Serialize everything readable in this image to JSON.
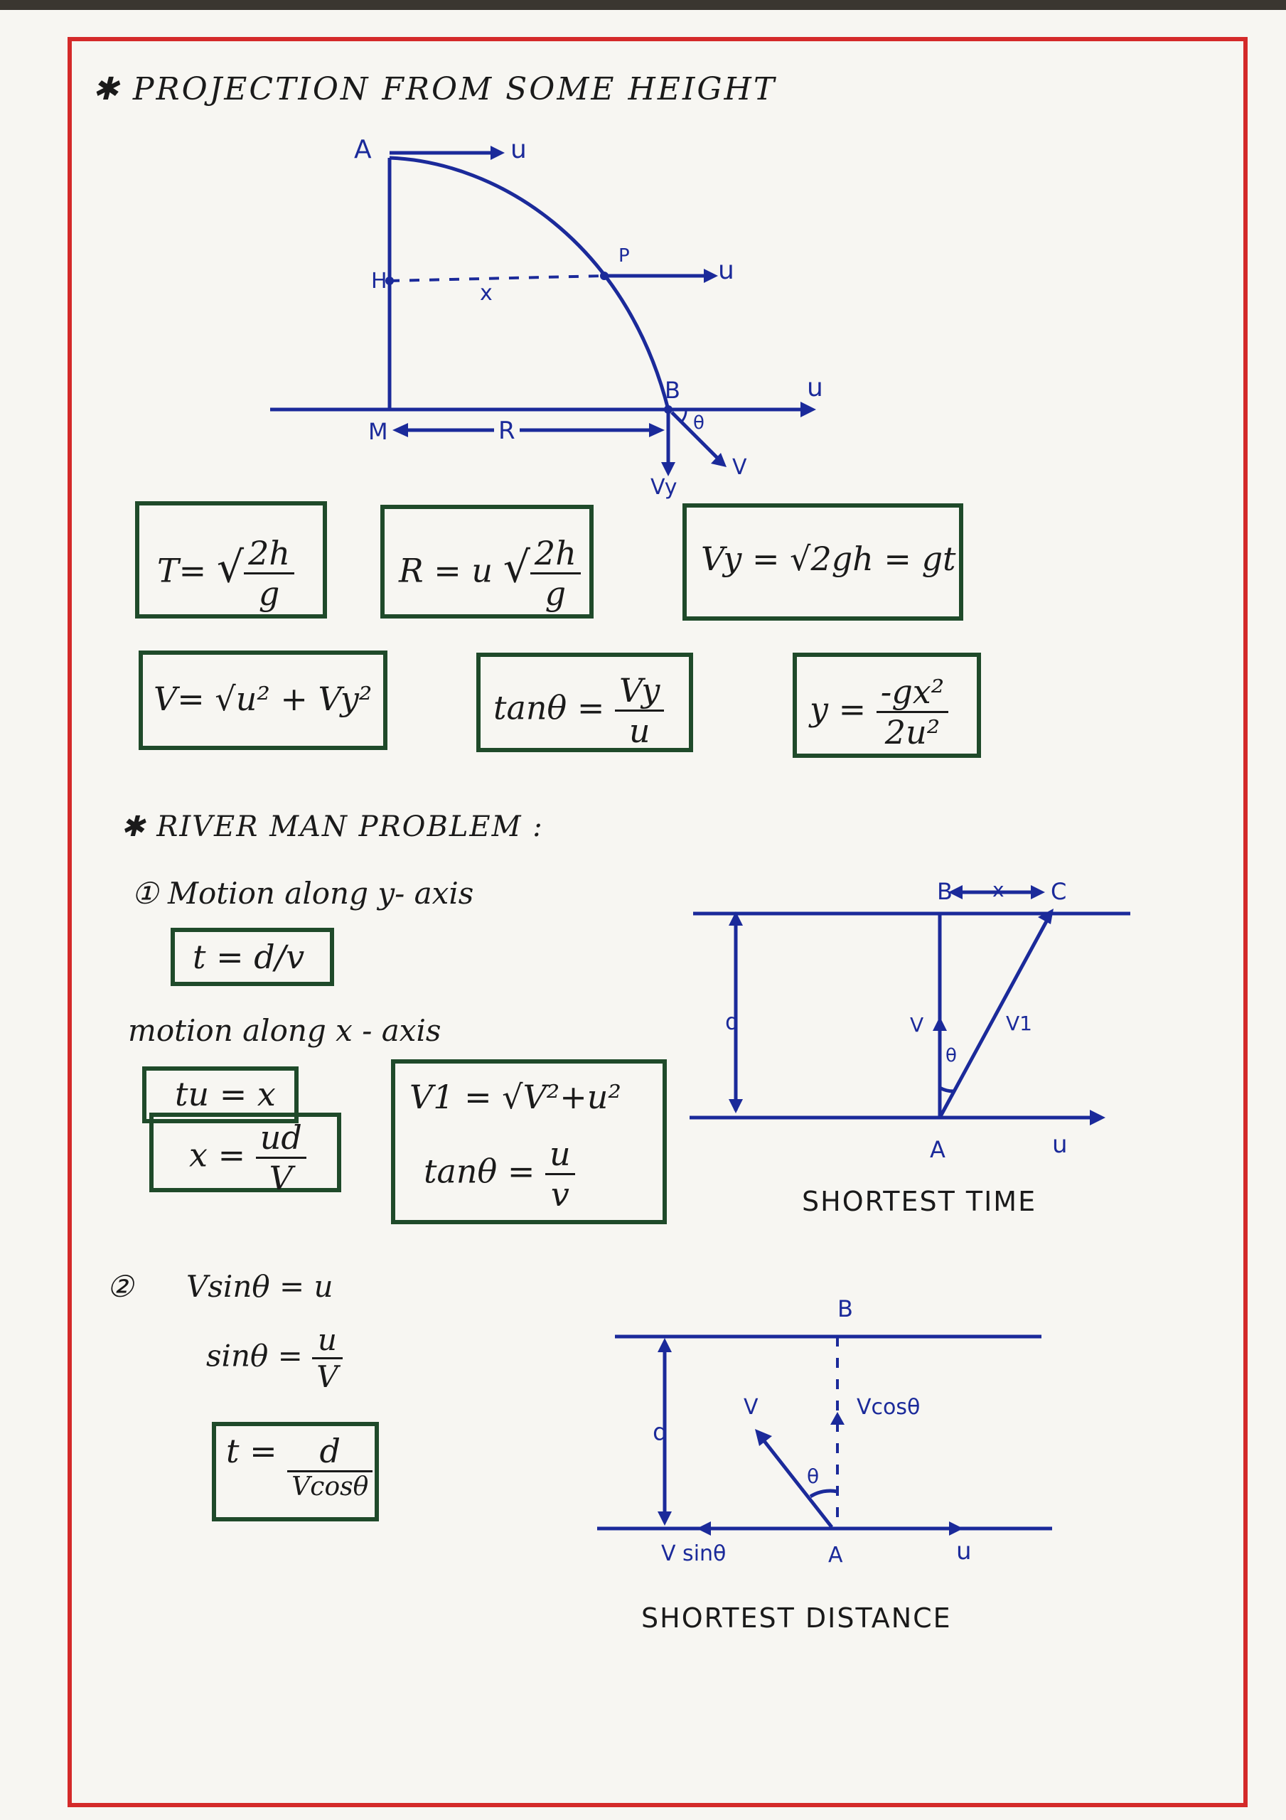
{
  "projection": {
    "heading": "✱ PROJECTION FROM SOME HEIGHT",
    "diagram_labels": {
      "A": "A",
      "u_top": "u",
      "H": "H",
      "x": "x",
      "P": "P",
      "u_mid": "u",
      "B": "B",
      "u_right": "u",
      "M": "M",
      "R": "R",
      "theta": "θ",
      "V": "V",
      "Vy": "Vy"
    },
    "formulas": {
      "T_lhs": "T=",
      "T_num": "2h",
      "T_den": "g",
      "R_lhs": "R = u",
      "R_num": "2h",
      "R_den": "g",
      "Vy_text": "Vy = √2gh = gt",
      "V_text": "V= √u² + Vy²",
      "tan_lhs": "tanθ =",
      "tan_num": "Vy",
      "tan_den": "u",
      "y_lhs": "y =",
      "y_num": "-gx²",
      "y_den": "2u²"
    }
  },
  "river": {
    "heading": "✱ RIVER MAN PROBLEM :",
    "case1": {
      "line1": "① Motion along y- axis",
      "box1": "t = d/v",
      "line2": "motion along x - axis",
      "box2a": "tu = x",
      "box2b_lhs": "x =",
      "box2b_num": "ud",
      "box2b_den": "V",
      "box3_line1": "V1 = √V²+u²",
      "box3_lhs": "tanθ =",
      "box3_num": "u",
      "box3_den": "v",
      "diagram_labels": {
        "B": "B",
        "x": "x",
        "C": "C",
        "d": "d",
        "V": "V",
        "V1": "V1",
        "theta": "θ",
        "A": "A",
        "u": "u"
      },
      "caption": "SHORTEST TIME"
    },
    "case2": {
      "marker": "②",
      "line1": "Vsinθ = u",
      "sin_lhs": "sinθ =",
      "sin_num": "u",
      "sin_den": "V",
      "box_lhs": "t =",
      "box_num": "d",
      "box_den": "Vcosθ",
      "diagram_labels": {
        "B": "B",
        "d": "d",
        "V": "V",
        "Vcos": "Vcosθ",
        "theta": "θ",
        "Vsin": "V sinθ",
        "A": "A",
        "u": "u"
      },
      "caption": "SHORTEST DISTANCE"
    }
  },
  "colors": {
    "border": "#d42a2a",
    "box": "#1f4a2a",
    "diagram": "#1b2a9a",
    "ink": "#1a1a1a"
  }
}
